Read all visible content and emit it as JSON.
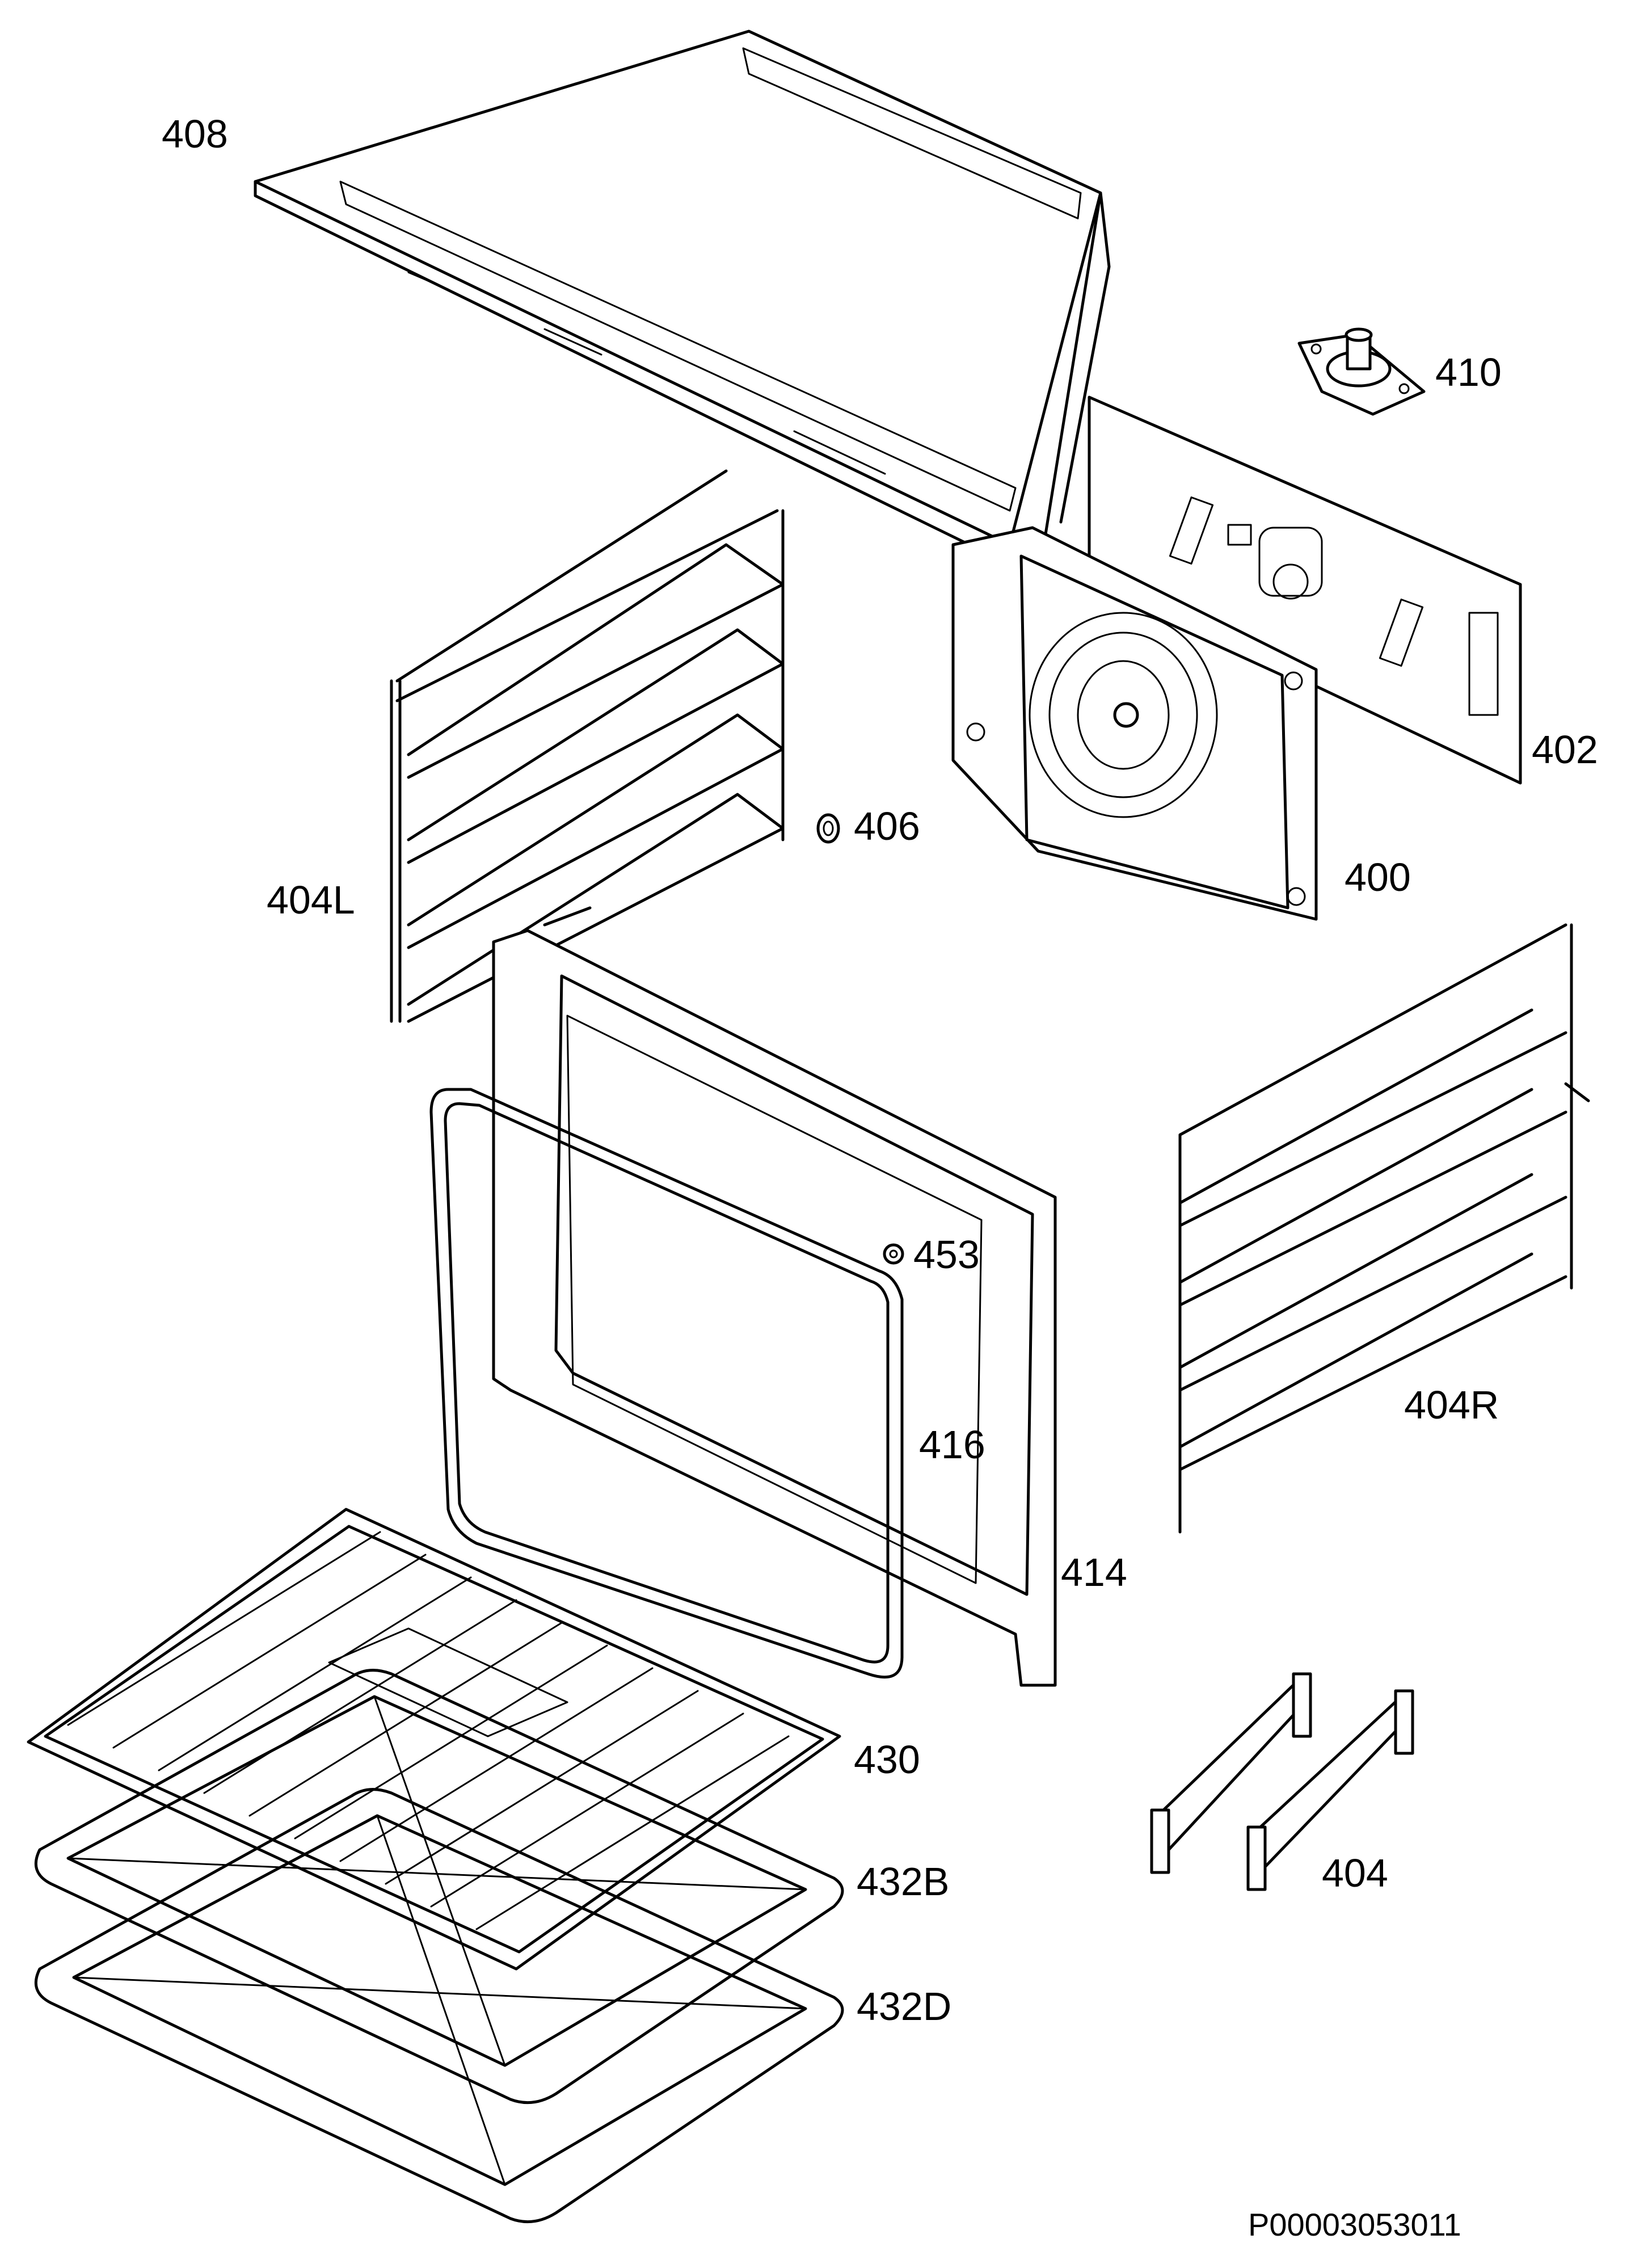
{
  "diagram": {
    "labels": {
      "l408": "408",
      "l410": "410",
      "l402": "402",
      "l406": "406",
      "l400": "400",
      "l404L": "404L",
      "l453": "453",
      "l404R": "404R",
      "l416": "416",
      "l414": "414",
      "l430": "430",
      "l432B": "432B",
      "l404": "404",
      "l432D": "432D"
    },
    "code": "P00003053011"
  }
}
